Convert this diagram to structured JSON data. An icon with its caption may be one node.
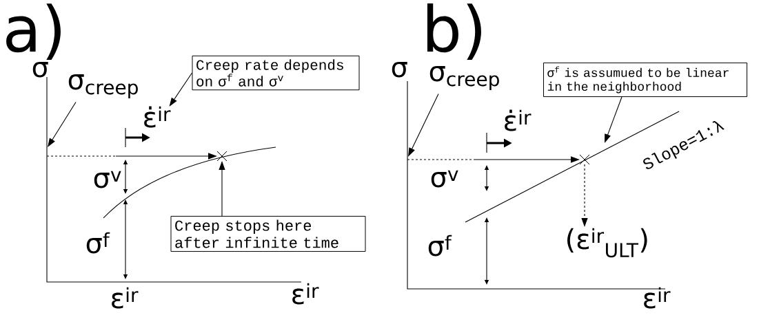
{
  "diagram": {
    "nodes": [
      {
        "text": [
          "Creep rate depends on σ$^{f}$ and σ$^{v}$"
        ]
      },
      {
        "text": [
          "ε̇$^{ir}$"
        ]
      },
      {
        "text": [
          "σ$_{creep}$"
        ]
      },
      {
        "text": [
          "Creep stops here after infinite time"
        ]
      },
      {
        "text": [],
        "shape": "cross"
      },
      {
        "text": [
          "σ$^{f}$ is assumued to be linear in the neighborhood"
        ]
      },
      {
        "text": [
          "ε̇$^{ir}$"
        ]
      },
      {
        "text": [
          "σ$_{creep}$"
        ]
      },
      {
        "text": [],
        "shape": "cross"
      },
      {
        "text": [
          "(ε$^{ir}$$_{ULT}$)"
        ]
      }
    ],
    "edges": [
      {
        "from": 0,
        "to": 1,
        "arrow": "to"
      },
      {
        "from": 2,
        "to": null,
        "arrow": "to"
      },
      {
        "from": 3,
        "to": 4,
        "arrow": "to"
      },
      {
        "from": null,
        "to": 4,
        "arrow": "to"
      },
      {
        "from": 5,
        "to": null,
        "arrow": "to"
      },
      {
        "from": 7,
        "to": null,
        "arrow": "to"
      },
      {
        "from": null,
        "to": 8,
        "arrow": "to"
      },
      {
        "from": 8,
        "to": 9,
        "arrow": "to",
        "style": "dashed"
      }
    ],
    "labels": [
      "a)",
      "σ",
      "σ$^{v}$",
      "σ$^{f}$",
      "ε$^{ir}$",
      "ε$^{ir}$",
      "b)",
      "σ",
      "σ$^{v}$",
      "σ$^{f}$",
      "Slope=1:λ",
      "ε$^{ir}$"
    ]
  }
}
